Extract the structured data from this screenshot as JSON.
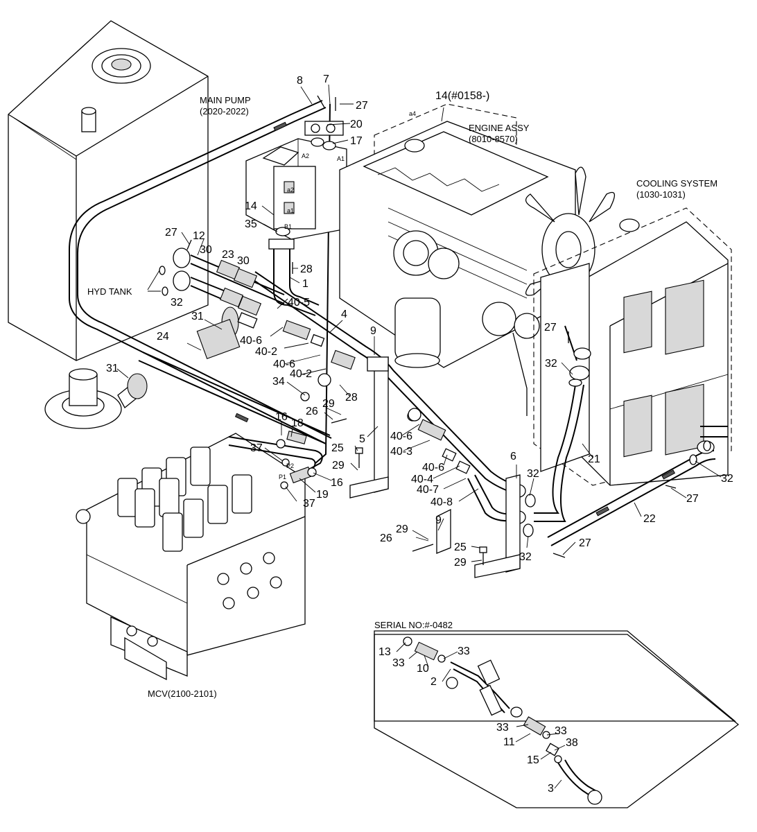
{
  "captions": {
    "main_pump": "MAIN PUMP",
    "main_pump_ref": "(2020-2022)",
    "engine_assy": "ENGINE ASSY",
    "engine_assy_ref": "(8010-8570)",
    "cooling_system": "COOLING SYSTEM",
    "cooling_system_ref": "(1030-1031)",
    "hyd_tank": "HYD TANK",
    "mcv": "MCV(2100-2101)",
    "serial_no": "SERIAL NO:#-0482"
  },
  "port_marks": {
    "a4": "a4",
    "a2_upper": "A2",
    "a1": "A1",
    "a2_lower": "a2",
    "a1_lower": "a1",
    "b1": "B1",
    "p2": "P2",
    "p1": "P1"
  },
  "callouts": {
    "c8": "8",
    "c7": "7",
    "c27_top": "27",
    "c20": "20",
    "c17": "17",
    "c14_top": "14(#0158-)",
    "c14": "14",
    "c35": "35",
    "c27_left": "27",
    "c12": "12",
    "c30_a": "30",
    "c23": "23",
    "c30_b": "30",
    "c28_top": "28",
    "c1": "1",
    "c32_left": "32",
    "c40_5": "40-5",
    "c31_top": "31",
    "c4": "4",
    "c24": "24",
    "c40_6_a": "40-6",
    "c40_2_a": "40-2",
    "c9_top": "9",
    "c40_6_b": "40-6",
    "c40_2_b": "40-2",
    "c31_left": "31",
    "c34": "34",
    "c28_mid": "28",
    "c29_mid": "29",
    "c26_mid": "26",
    "c16_top": "16",
    "c18": "18",
    "c5": "5",
    "c40_6_c": "40-6",
    "c40_3": "40-3",
    "c25_mid": "25",
    "c37_top": "37",
    "c29_low": "29",
    "c40_6_d": "40-6",
    "c40_4": "40-4",
    "c16_bot": "16",
    "c19": "19",
    "c37_bot": "37",
    "c40_7": "40-7",
    "c40_8": "40-8",
    "c6": "6",
    "c32_mid": "32",
    "c9_low": "9",
    "c29_b": "29",
    "c26_b": "26",
    "c25_b": "25",
    "c29_c": "29",
    "c32_low": "32",
    "c27_right_top": "27",
    "c32_right_top": "32",
    "c21": "21",
    "c32_far_right": "32",
    "c27_right": "27",
    "c22": "22",
    "c27_bot": "27",
    "s13": "13",
    "s33_a": "33",
    "s10": "10",
    "s33_b": "33",
    "s2": "2",
    "s33_c": "33",
    "s11": "11",
    "s33_d": "33",
    "s38": "38",
    "s15": "15",
    "s3": "3"
  }
}
